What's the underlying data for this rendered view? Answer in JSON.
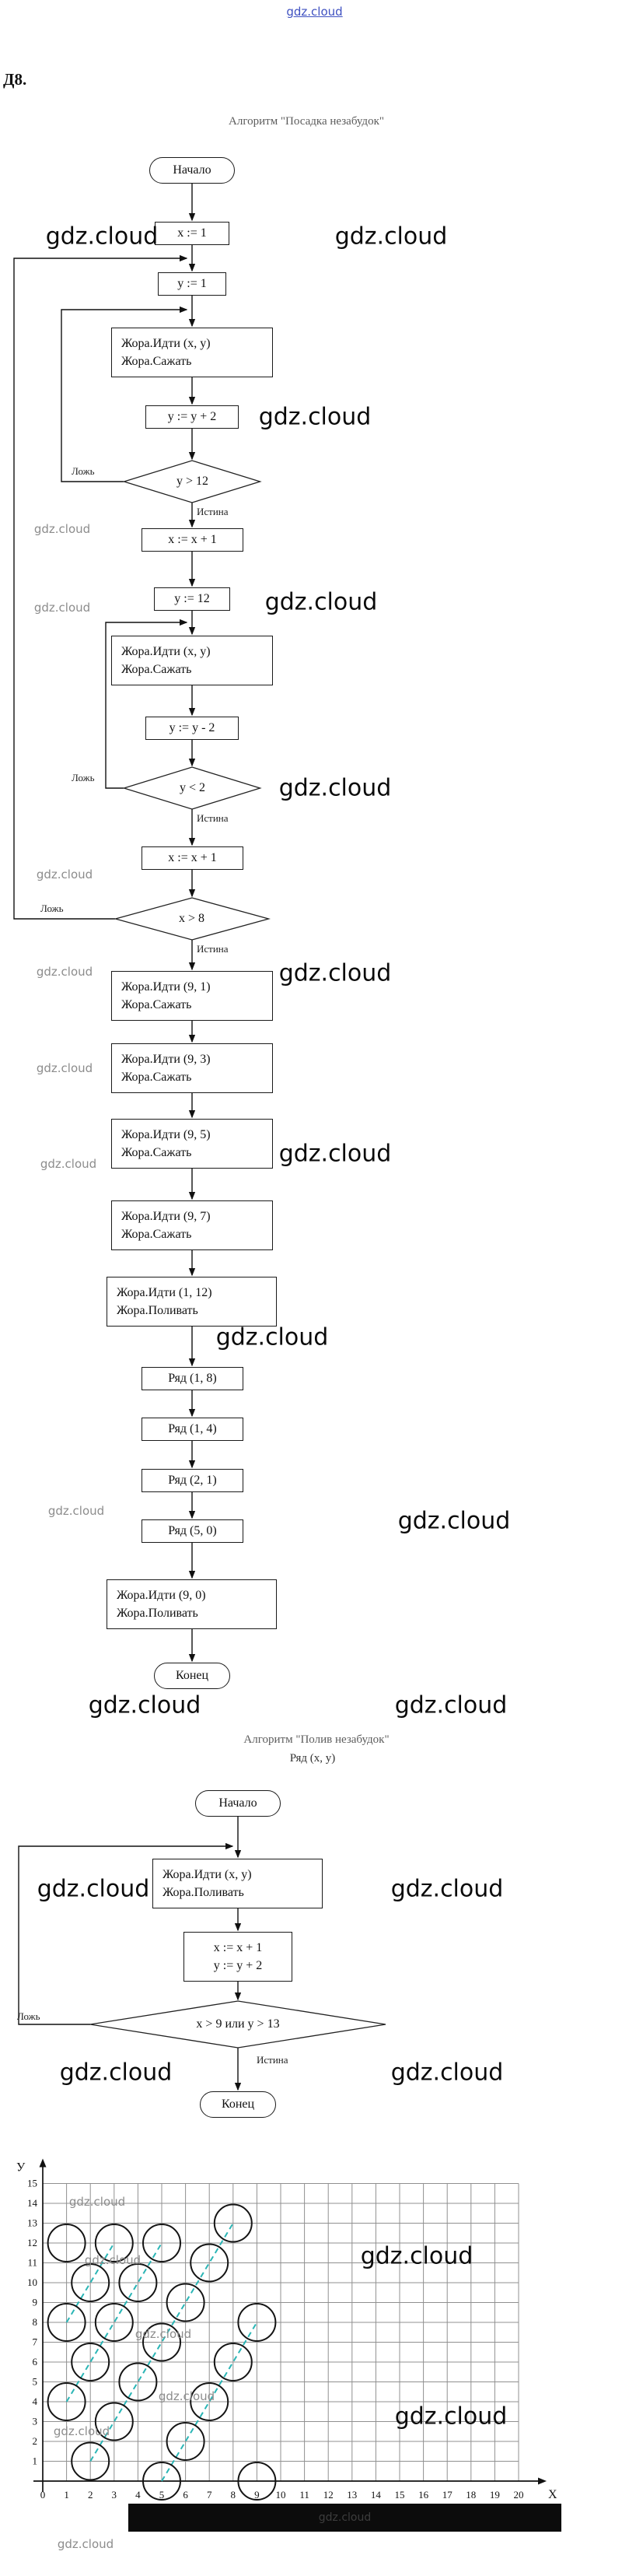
{
  "page": {
    "problem_label": "Д8."
  },
  "watermark": {
    "text": "gdz.cloud"
  },
  "flowchart1": {
    "title": "Алгоритм \"Посадка незабудок\"",
    "start": "Начало",
    "end": "Конец",
    "false_label": "Ложь",
    "true_label": "Истина",
    "boxes": {
      "set_x1": "x := 1",
      "set_y1": "y := 1",
      "go_xy_up": "Жора.Идти (x, y)",
      "plant_up": "Жора.Сажать",
      "inc_y2": "y := y + 2",
      "cond_y_gt_12": "y > 12",
      "inc_x_a": "x := x + 1",
      "set_y12": "y := 12",
      "go_xy_down": "Жора.Идти (x, y)",
      "plant_down": "Жора.Сажать",
      "dec_y2": "y := y - 2",
      "cond_y_lt_2": "y < 2",
      "inc_x_b": "x := x + 1",
      "cond_x_gt_8": "x > 8",
      "go_9_1": "Жора.Идти (9, 1)",
      "plant_9_1": "Жора.Сажать",
      "go_9_3": "Жора.Идти (9, 3)",
      "plant_9_3": "Жора.Сажать",
      "go_9_5": "Жора.Идти (9, 5)",
      "plant_9_5": "Жора.Сажать",
      "go_9_7": "Жора.Идти (9, 7)",
      "plant_9_7": "Жора.Сажать",
      "go_1_12": "Жора.Идти (1, 12)",
      "water_1_12": "Жора.Поливать",
      "row_1_8": "Ряд (1, 8)",
      "row_1_4": "Ряд (1, 4)",
      "row_2_1": "Ряд (2, 1)",
      "row_5_0": "Ряд (5, 0)",
      "go_9_0": "Жора.Идти (9, 0)",
      "water_9_0": "Жора.Поливать"
    }
  },
  "flowchart2": {
    "title": "Алгоритм \"Полив незабудок\"",
    "subtitle": "Ряд (x, y)",
    "start": "Начало",
    "end": "Конец",
    "false_label": "Ложь",
    "true_label": "Истина",
    "boxes": {
      "go_xy": "Жора.Идти (x, y)",
      "water": "Жора.Поливать",
      "inc_x": "x := x + 1",
      "inc_y": "y := y + 2",
      "cond": "x > 9 или y > 13"
    }
  },
  "chart_data": {
    "type": "scatter",
    "title": "",
    "xlabel": "X",
    "ylabel": "У",
    "xlim": [
      0,
      20
    ],
    "ylim": [
      0,
      15
    ],
    "x_ticks": [
      0,
      1,
      2,
      3,
      4,
      5,
      6,
      7,
      8,
      9,
      10,
      11,
      12,
      13,
      14,
      15,
      16,
      17,
      18,
      19,
      20
    ],
    "y_ticks": [
      1,
      2,
      3,
      4,
      5,
      6,
      7,
      8,
      9,
      10,
      11,
      12,
      13,
      14,
      15
    ],
    "grid": true,
    "legend": false,
    "points": [
      [
        1,
        12
      ],
      [
        1,
        8
      ],
      [
        2,
        10
      ],
      [
        3,
        12
      ],
      [
        1,
        4
      ],
      [
        2,
        6
      ],
      [
        3,
        8
      ],
      [
        4,
        10
      ],
      [
        5,
        12
      ],
      [
        2,
        1
      ],
      [
        3,
        3
      ],
      [
        4,
        5
      ],
      [
        5,
        7
      ],
      [
        6,
        9
      ],
      [
        7,
        11
      ],
      [
        8,
        13
      ],
      [
        5,
        0
      ],
      [
        6,
        2
      ],
      [
        7,
        4
      ],
      [
        8,
        6
      ],
      [
        9,
        8
      ],
      [
        9,
        0
      ]
    ],
    "dashed_segments": [
      [
        [
          1,
          8
        ],
        [
          3,
          12
        ]
      ],
      [
        [
          1,
          4
        ],
        [
          5,
          12
        ]
      ],
      [
        [
          2,
          1
        ],
        [
          8,
          13
        ]
      ],
      [
        [
          5,
          0
        ],
        [
          9,
          8
        ]
      ]
    ],
    "dash_color": "#2ab5b5",
    "circle_color": "#141414"
  }
}
